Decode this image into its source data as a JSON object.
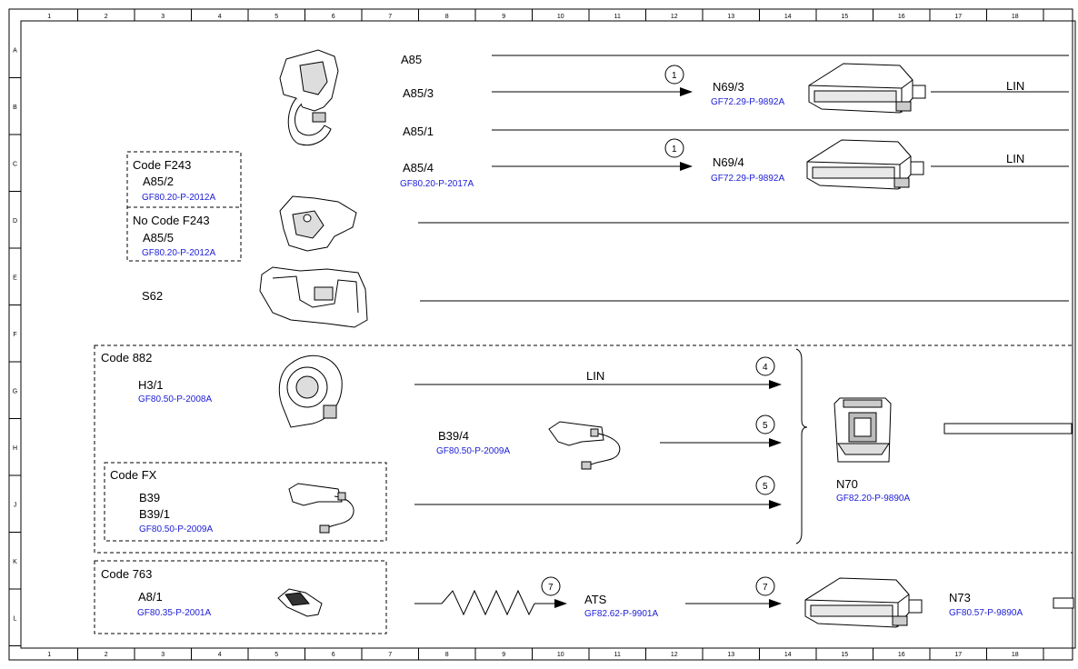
{
  "grid": {
    "columns": [
      "1",
      "2",
      "3",
      "4",
      "5",
      "6",
      "7",
      "8",
      "9",
      "10",
      "11",
      "12",
      "13",
      "14",
      "15",
      "16",
      "17",
      "18"
    ],
    "rows": [
      "A",
      "B",
      "C",
      "D",
      "E",
      "F",
      "G",
      "H",
      "J",
      "K",
      "L"
    ]
  },
  "groups": {
    "code_f243": "Code F243",
    "no_code_f243": "No Code F243",
    "code_882": "Code 882",
    "code_fx": "Code FX",
    "code_763": "Code 763"
  },
  "components": {
    "a85": {
      "label": "A85"
    },
    "a85_3": {
      "label": "A85/3"
    },
    "a85_1": {
      "label": "A85/1"
    },
    "a85_4": {
      "label": "A85/4",
      "ref": "GF80.20-P-2017A"
    },
    "a85_2": {
      "label": "A85/2",
      "ref": "GF80.20-P-2012A"
    },
    "a85_5": {
      "label": "A85/5",
      "ref": "GF80.20-P-2012A"
    },
    "s62": {
      "label": "S62"
    },
    "n69_3": {
      "label": "N69/3",
      "ref": "GF72.29-P-9892A"
    },
    "n69_4": {
      "label": "N69/4",
      "ref": "GF72.29-P-9892A"
    },
    "h3_1": {
      "label": "H3/1",
      "ref": "GF80.50-P-2008A"
    },
    "b39_4": {
      "label": "B39/4",
      "ref": "GF80.50-P-2009A"
    },
    "b39": {
      "label": "B39"
    },
    "b39_1": {
      "label": "B39/1",
      "ref": "GF80.50-P-2009A"
    },
    "n70": {
      "label": "N70",
      "ref": "GF82.20-P-9890A"
    },
    "a8_1": {
      "label": "A8/1",
      "ref": "GF80.35-P-2001A"
    },
    "ats": {
      "label": "ATS",
      "ref": "GF82.62-P-9901A"
    },
    "n73": {
      "label": "N73",
      "ref": "GF80.57-P-9890A"
    }
  },
  "signals": {
    "lin_n69_3": "LIN",
    "lin_n69_4": "LIN",
    "lin_h3_1": "LIN"
  },
  "markers": {
    "m_a85_3": "1",
    "m_a85_4": "1",
    "m_h3_1": "4",
    "m_b39_4": "5",
    "m_b39": "5",
    "m_ats_in": "7",
    "m_ats_out": "7"
  }
}
